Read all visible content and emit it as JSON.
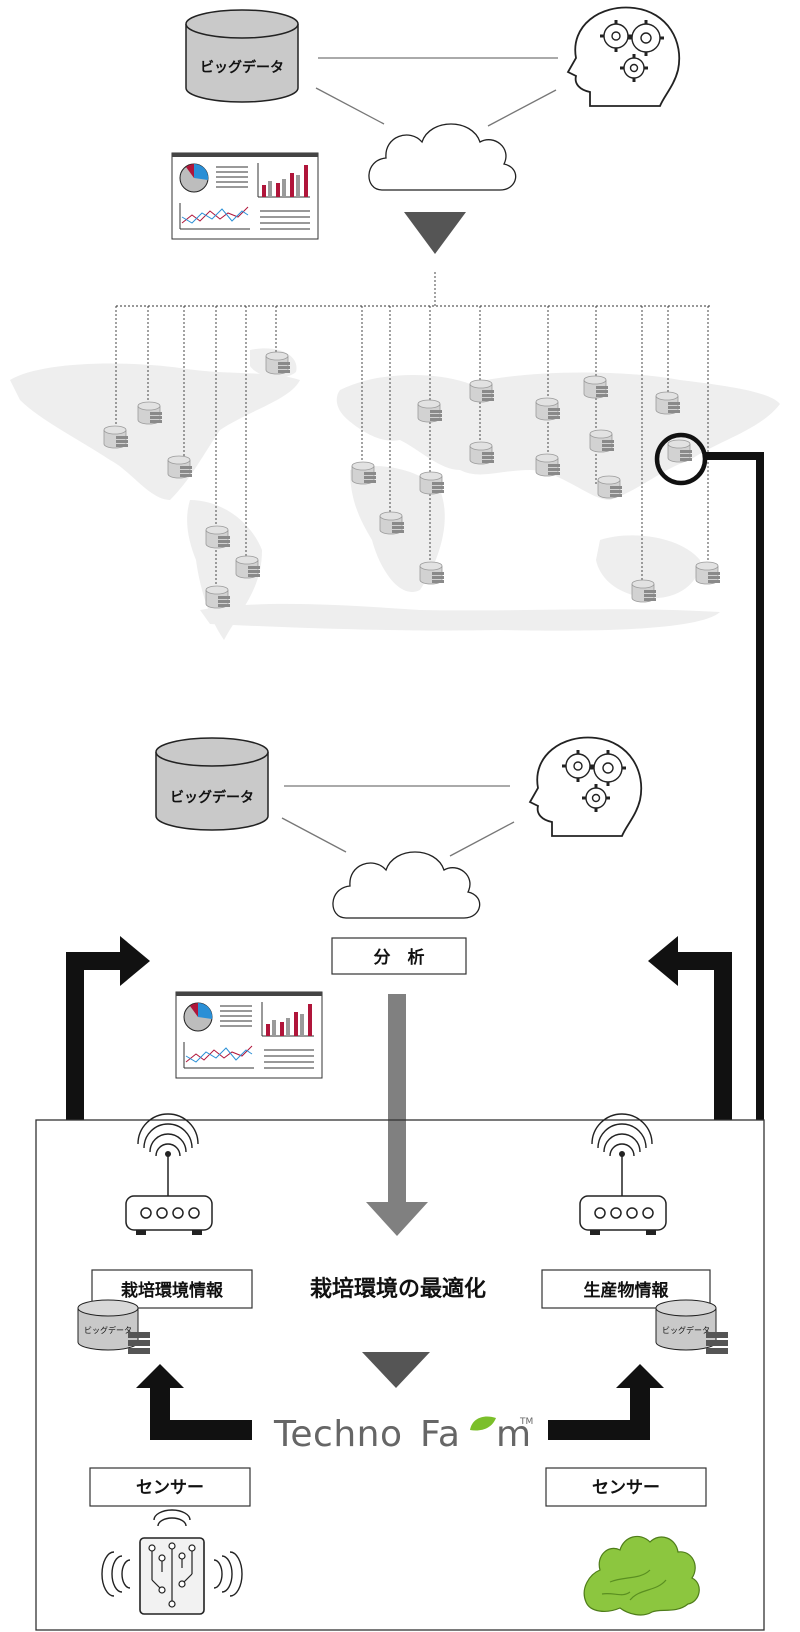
{
  "labels": {
    "big_data": "ビッグデータ",
    "analysis": "分　析",
    "optimization": "栽培環境の最適化",
    "cultivation_info": "栽培環境情報",
    "produce_info": "生産物情報",
    "sensor_left": "センサー",
    "sensor_right": "センサー",
    "brand_techno": "Techno",
    "brand_farm_a": "Fa",
    "brand_farm_b": "m",
    "brand_tm": "TM",
    "mini_big_data": "ビッグデータ"
  },
  "colors": {
    "black": "#111111",
    "gray_arrow": "#808080",
    "dark_triangle": "#555555",
    "cylinder_fill": "#c9c9c9",
    "brand_text": "#666666",
    "brand_leaf": "#7bbf2a",
    "chart_red": "#b0153a",
    "chart_blue": "#2a8fd6",
    "map_gray": "#eeeeee",
    "lettuce": "#8cc63f"
  },
  "icons": {
    "top_database": "database-cylinder-icon",
    "top_ai": "ai-head-gears-icon",
    "top_cloud": "cloud-icon",
    "top_dashboard": "dashboard-report-icon",
    "world_map": "world-map-icon",
    "server_node": "server-node-icon",
    "router": "wifi-router-icon",
    "chip_sensor": "chip-sensor-icon",
    "lettuce": "lettuce-icon"
  }
}
